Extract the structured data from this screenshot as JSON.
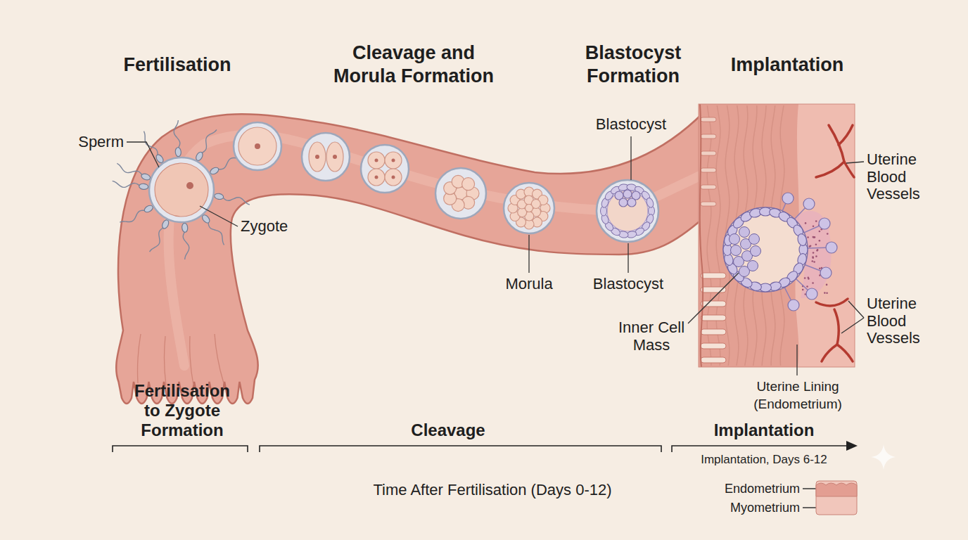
{
  "diagram": {
    "labels": [
      "Fertilisation",
      "Cleavage and Morula Formation",
      "Blastocyst Formation",
      "Implantation",
      "Sperm",
      "Blastocyst",
      "Uterine Blood Vessels",
      "Zygote",
      "Morula",
      "Blastocyst",
      "Inner Cell Mass",
      "Uterine Blood Vessels",
      "Uterine Lining (Endometrium)",
      "Fertilisation to Zygote Formation",
      "Cleavage",
      "Implantation",
      "Implantation, Days 6-12",
      "Time After Fertilisation (Days 0-12)",
      "Endometrium",
      "Myometrium"
    ]
  }
}
